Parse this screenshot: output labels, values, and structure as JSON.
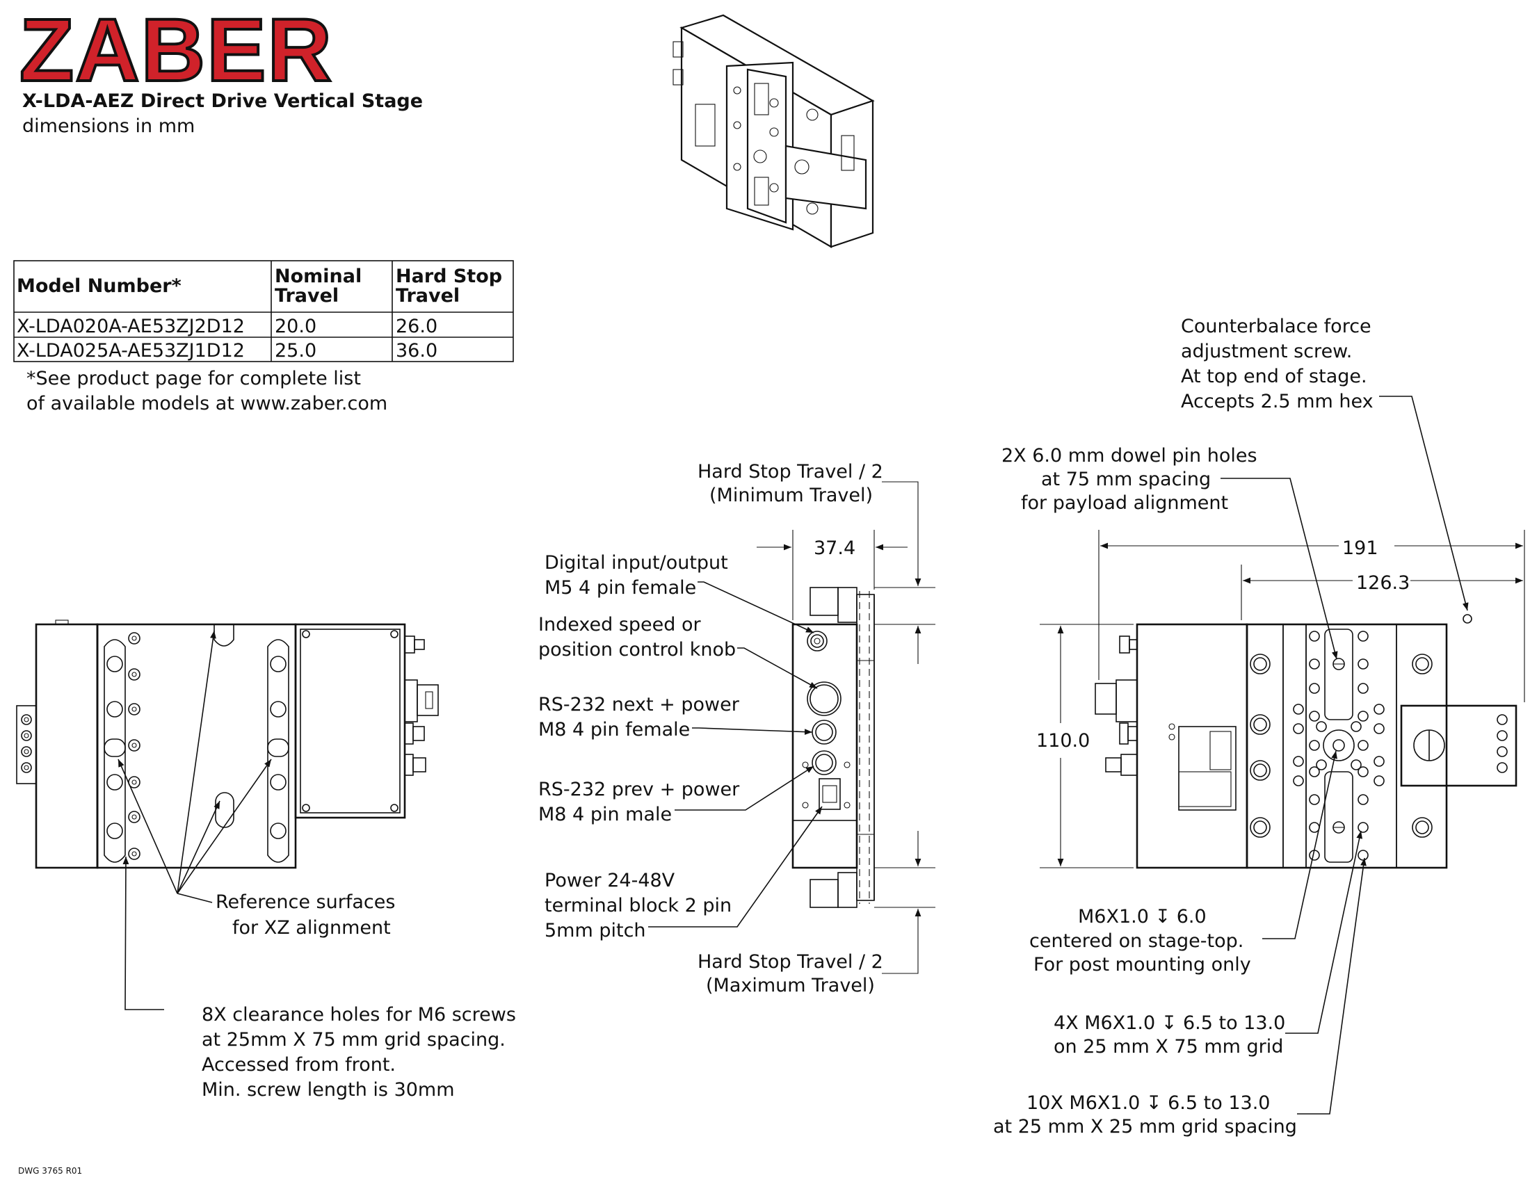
{
  "header": {
    "logo": "ZABER",
    "title": "X-LDA-AEZ Direct Drive Vertical Stage",
    "subtitle": "dimensions in mm"
  },
  "model_table": {
    "headers": [
      [
        "Model Number*"
      ],
      [
        "Nominal",
        "Travel"
      ],
      [
        "Hard Stop",
        "Travel"
      ]
    ],
    "rows": [
      [
        "X-LDA020A-AE53ZJ2D12",
        "20.0",
        "26.0"
      ],
      [
        "X-LDA025A-AE53ZJ1D12",
        "25.0",
        "36.0"
      ]
    ],
    "footnote": [
      "*See product page for complete list",
      "of available models at www.zaber.com"
    ]
  },
  "annotations": {
    "reference_surfaces": [
      "Reference surfaces",
      "for XZ alignment"
    ],
    "clearance_holes": [
      "8X clearance holes for M6 screws",
      "at 25mm X 75 mm grid spacing.",
      "Accessed from front.",
      "Min. screw length is 30mm"
    ],
    "hard_stop_min": [
      "Hard Stop Travel / 2",
      "(Minimum Travel)"
    ],
    "hard_stop_max": [
      "Hard Stop Travel / 2",
      "(Maximum Travel)"
    ],
    "digital_io": [
      "Digital input/output",
      "M5 4 pin female"
    ],
    "knob": [
      "Indexed speed or",
      "position control knob"
    ],
    "rs232_next": [
      "RS-232 next + power",
      "M8 4 pin female"
    ],
    "rs232_prev": [
      "RS-232 prev + power",
      "M8 4 pin male"
    ],
    "power": [
      "Power 24-48V",
      "terminal block 2 pin",
      "5mm pitch"
    ],
    "counterbalance": [
      "Counterbalace force",
      "adjustment screw.",
      "At top end of stage.",
      "Accepts 2.5 mm hex"
    ],
    "dowel": [
      "2X 6.0 mm dowel pin holes",
      "at 75 mm spacing",
      "for payload alignment"
    ],
    "m6_center": [
      "M6X1.0 ↧ 6.0",
      "centered on stage-top.",
      "For post mounting only"
    ],
    "m6_4x": [
      "4X M6X1.0 ↧ 6.5 to 13.0",
      "on 25 mm X 75 mm grid"
    ],
    "m6_10x": [
      "10X M6X1.0 ↧ 6.5 to 13.0",
      "at 25 mm X 25 mm grid spacing"
    ]
  },
  "dimensions": {
    "side_width": "37.4",
    "overall_length": "191",
    "carriage_offset": "126.3",
    "height": "110.0"
  },
  "drawing_number": "DWG 3765 R01"
}
